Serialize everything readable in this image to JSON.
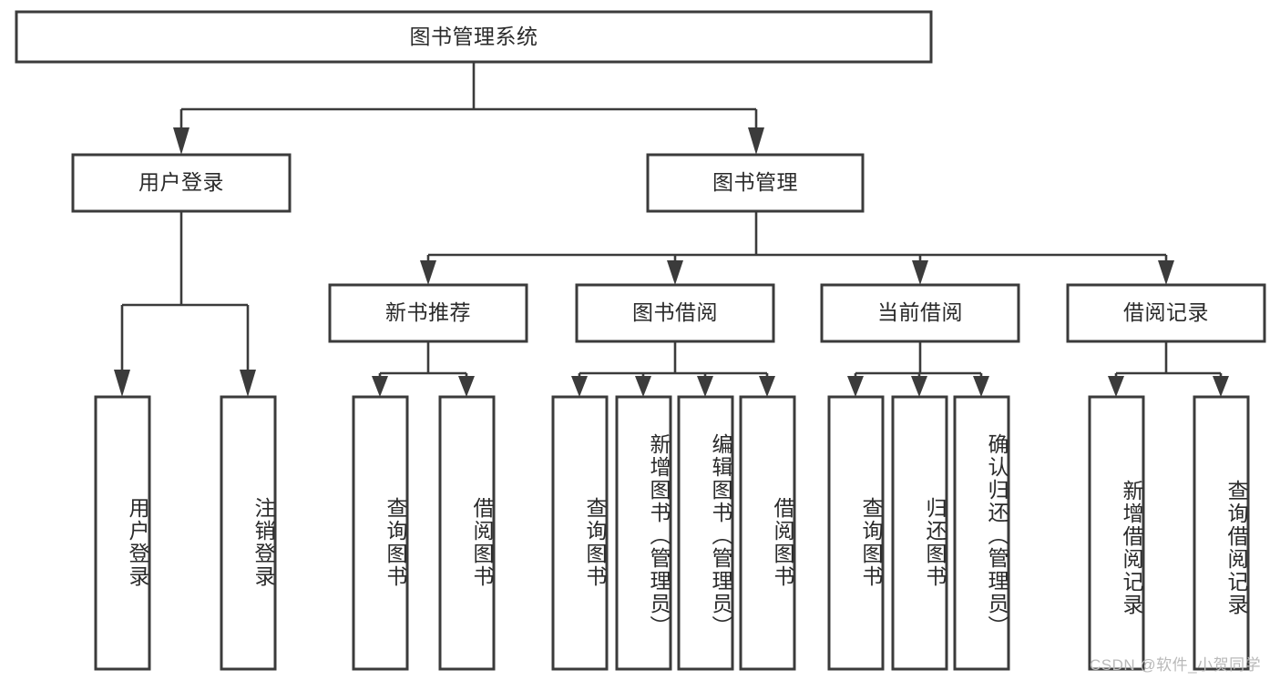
{
  "diagram": {
    "title_node": "图书管理系统",
    "watermark": "CSDN @软件_小贺同学",
    "colors": {
      "background": "#ffffff",
      "box_stroke": "#3b3b3b",
      "connector": "#3b3b3b",
      "text": "#2a2a2a",
      "watermark": "#b9b9b9"
    },
    "nodes": {
      "root": {
        "label": "图书管理系统",
        "level": 1,
        "orientation": "horizontal"
      },
      "l2_1": {
        "label": "用户登录",
        "level": 2,
        "orientation": "horizontal"
      },
      "l2_2": {
        "label": "图书管理",
        "level": 2,
        "orientation": "horizontal"
      },
      "l3_1": {
        "label": "新书推荐",
        "level": 3,
        "orientation": "horizontal"
      },
      "l3_2": {
        "label": "图书借阅",
        "level": 3,
        "orientation": "horizontal"
      },
      "l3_3": {
        "label": "当前借阅",
        "level": 3,
        "orientation": "horizontal"
      },
      "l3_4": {
        "label": "借阅记录",
        "level": 3,
        "orientation": "horizontal"
      },
      "leaf_1": {
        "label": "用户登录",
        "level": 4,
        "orientation": "vertical",
        "parent": "用户登录"
      },
      "leaf_2": {
        "label": "注销登录",
        "level": 4,
        "orientation": "vertical",
        "parent": "用户登录"
      },
      "leaf_3": {
        "label": "查询图书",
        "level": 4,
        "orientation": "vertical",
        "parent": "新书推荐"
      },
      "leaf_4": {
        "label": "借阅图书",
        "level": 4,
        "orientation": "vertical",
        "parent": "新书推荐"
      },
      "leaf_5": {
        "label": "查询图书",
        "level": 4,
        "orientation": "vertical",
        "parent": "图书借阅"
      },
      "leaf_6": {
        "label": "新增图书（管理员）",
        "level": 4,
        "orientation": "vertical",
        "parent": "图书借阅"
      },
      "leaf_7": {
        "label": "编辑图书（管理员）",
        "level": 4,
        "orientation": "vertical",
        "parent": "图书借阅"
      },
      "leaf_8": {
        "label": "借阅图书",
        "level": 4,
        "orientation": "vertical",
        "parent": "图书借阅"
      },
      "leaf_9": {
        "label": "查询图书",
        "level": 4,
        "orientation": "vertical",
        "parent": "当前借阅"
      },
      "leaf_10": {
        "label": "归还图书",
        "level": 4,
        "orientation": "vertical",
        "parent": "当前借阅"
      },
      "leaf_11": {
        "label": "确认归还（管理员）",
        "level": 4,
        "orientation": "vertical",
        "parent": "当前借阅"
      },
      "leaf_12": {
        "label": "新增借阅记录",
        "level": 4,
        "orientation": "vertical",
        "parent": "借阅记录"
      },
      "leaf_13": {
        "label": "查询借阅记录",
        "level": 4,
        "orientation": "vertical",
        "parent": "借阅记录"
      }
    }
  }
}
